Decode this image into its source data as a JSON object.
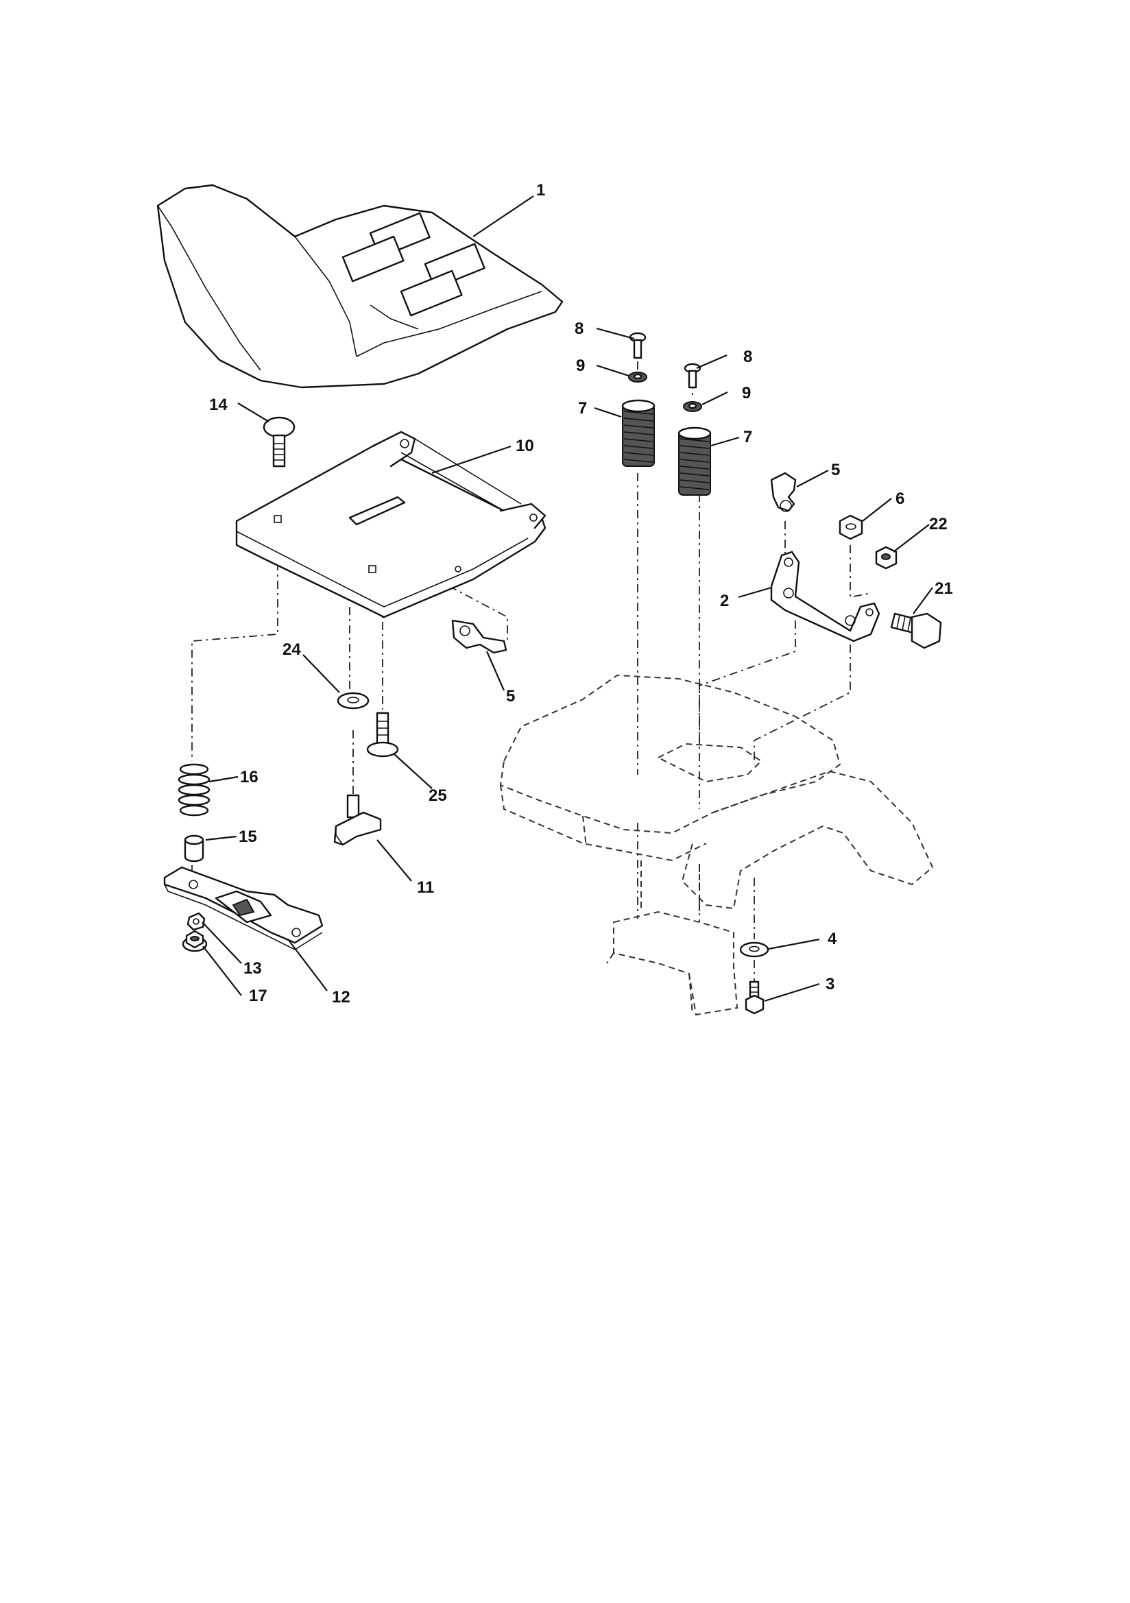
{
  "diagram": {
    "callouts": {
      "c1": "1",
      "c2": "2",
      "c3": "3",
      "c4": "4",
      "c5a": "5",
      "c5b": "5",
      "c6": "6",
      "c7a": "7",
      "c7b": "7",
      "c8a": "8",
      "c8b": "8",
      "c9a": "9",
      "c9b": "9",
      "c10": "10",
      "c11": "11",
      "c12": "12",
      "c13": "13",
      "c14": "14",
      "c15": "15",
      "c16": "16",
      "c17": "17",
      "c21": "21",
      "c22": "22",
      "c24": "24",
      "c25": "25"
    }
  }
}
